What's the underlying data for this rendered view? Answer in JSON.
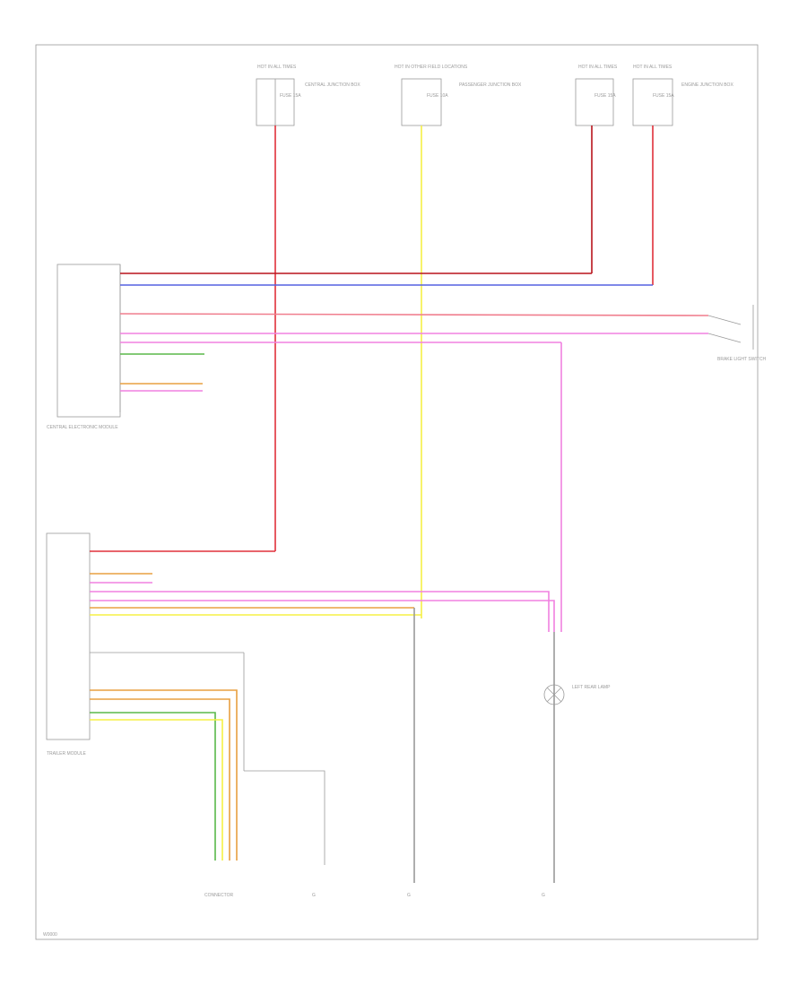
{
  "diagram": {
    "footer_code": "W0000",
    "fuses": [
      {
        "id": "fuse-1",
        "header": "HOT IN ALL TIMES",
        "rating": "FUSE 15A",
        "location": "CENTRAL JUNCTION BOX"
      },
      {
        "id": "fuse-2",
        "header": "HOT IN OTHER FIELD LOCATIONS",
        "rating": "FUSE 10A",
        "location": "PASSENGER JUNCTION BOX"
      },
      {
        "id": "fuse-3",
        "header": "HOT IN ALL TIMES",
        "rating": "FUSE 15A",
        "location": ""
      },
      {
        "id": "fuse-4",
        "header": "HOT IN ALL TIMES",
        "rating": "FUSE 15A",
        "location": "ENGINE JUNCTION BOX"
      }
    ],
    "components": {
      "central_module": "CENTRAL ELECTRONIC MODULE",
      "trailer_module": "TRAILER MODULE",
      "brake_switch": "BRAKE LIGHT SWITCH",
      "lamp": "LEFT REAR LAMP",
      "connector_a": "CONNECTOR",
      "ground_a": "G",
      "ground_b": "G",
      "ground_c": "G"
    },
    "wire_colors": {
      "red": "#e0303a",
      "dark_red": "#b8141c",
      "blue": "#5560e0",
      "pink": "#f080e0",
      "yellow": "#f5f045",
      "green": "#5ab84a",
      "orange": "#e8a040",
      "gray": "#9a9a9a"
    }
  }
}
